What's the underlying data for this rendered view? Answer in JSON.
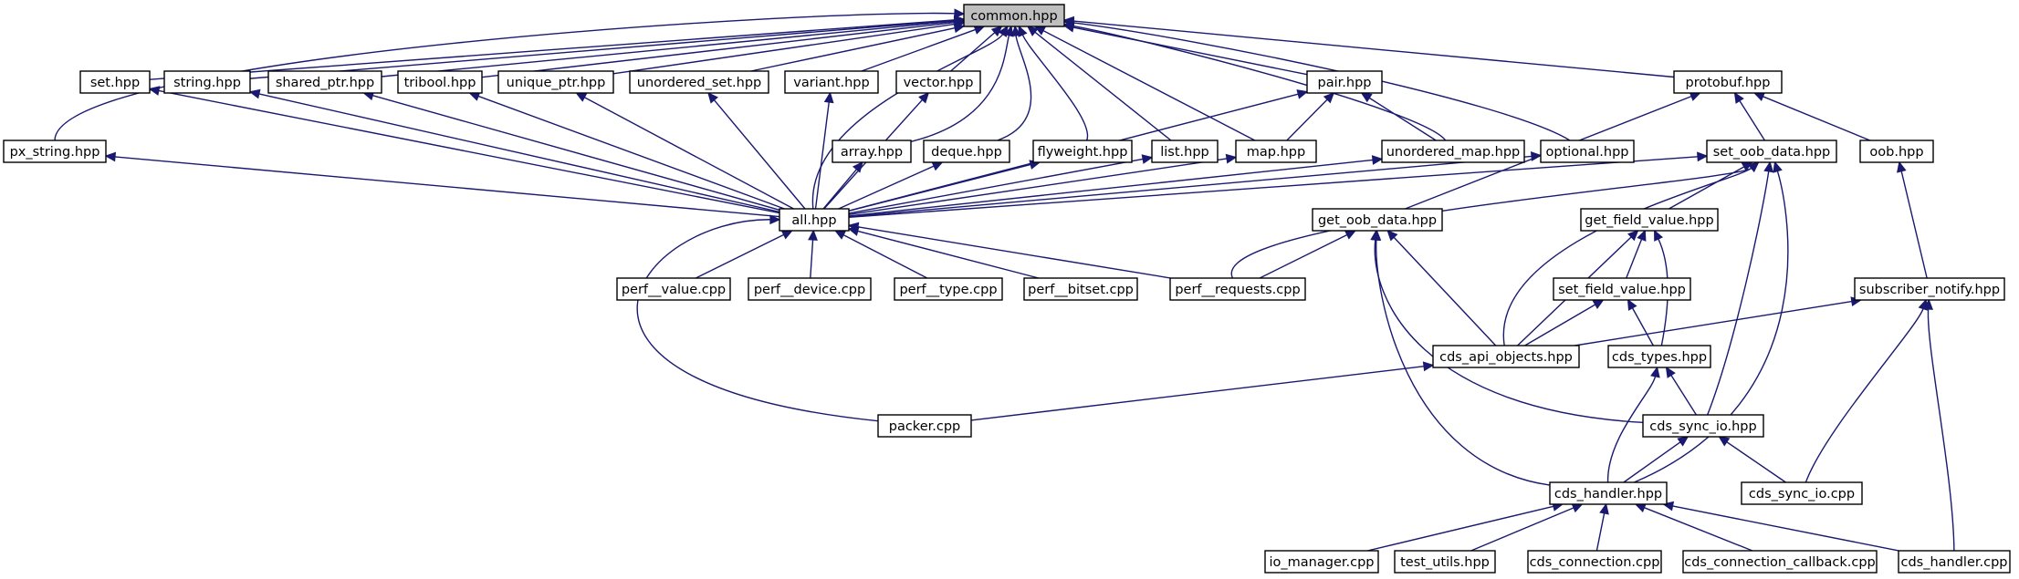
{
  "diagram": {
    "root": "common.hpp",
    "nodes": [
      {
        "id": "common",
        "label": "common.hpp"
      },
      {
        "id": "set",
        "label": "set.hpp"
      },
      {
        "id": "string",
        "label": "string.hpp"
      },
      {
        "id": "shared_ptr",
        "label": "shared_ptr.hpp"
      },
      {
        "id": "tribool",
        "label": "tribool.hpp"
      },
      {
        "id": "unique_ptr",
        "label": "unique_ptr.hpp"
      },
      {
        "id": "unordered_set",
        "label": "unordered_set.hpp"
      },
      {
        "id": "variant",
        "label": "variant.hpp"
      },
      {
        "id": "vector",
        "label": "vector.hpp"
      },
      {
        "id": "pair",
        "label": "pair.hpp"
      },
      {
        "id": "protobuf",
        "label": "protobuf.hpp"
      },
      {
        "id": "px_string",
        "label": "px_string.hpp"
      },
      {
        "id": "array",
        "label": "array.hpp"
      },
      {
        "id": "deque",
        "label": "deque.hpp"
      },
      {
        "id": "flyweight",
        "label": "flyweight.hpp"
      },
      {
        "id": "list",
        "label": "list.hpp"
      },
      {
        "id": "map",
        "label": "map.hpp"
      },
      {
        "id": "unordered_map",
        "label": "unordered_map.hpp"
      },
      {
        "id": "optional",
        "label": "optional.hpp"
      },
      {
        "id": "set_oob_data",
        "label": "set_oob_data.hpp"
      },
      {
        "id": "oob",
        "label": "oob.hpp"
      },
      {
        "id": "all",
        "label": "all.hpp"
      },
      {
        "id": "get_oob_data",
        "label": "get_oob_data.hpp"
      },
      {
        "id": "get_field_value",
        "label": "get_field_value.hpp"
      },
      {
        "id": "perf_value",
        "label": "perf__value.cpp"
      },
      {
        "id": "perf_device",
        "label": "perf__device.cpp"
      },
      {
        "id": "perf_type",
        "label": "perf__type.cpp"
      },
      {
        "id": "perf_bitset",
        "label": "perf__bitset.cpp"
      },
      {
        "id": "perf_requests",
        "label": "perf__requests.cpp"
      },
      {
        "id": "set_field_value",
        "label": "set_field_value.hpp"
      },
      {
        "id": "subscriber_notify",
        "label": "subscriber_notify.hpp"
      },
      {
        "id": "cds_api_objects",
        "label": "cds_api_objects.hpp"
      },
      {
        "id": "cds_types",
        "label": "cds_types.hpp"
      },
      {
        "id": "packer",
        "label": "packer.cpp"
      },
      {
        "id": "cds_sync_io_hpp",
        "label": "cds_sync_io.hpp"
      },
      {
        "id": "cds_handler_hpp",
        "label": "cds_handler.hpp"
      },
      {
        "id": "cds_sync_io_cpp",
        "label": "cds_sync_io.cpp"
      },
      {
        "id": "io_manager",
        "label": "io_manager.cpp"
      },
      {
        "id": "test_utils",
        "label": "test_utils.hpp"
      },
      {
        "id": "cds_connection",
        "label": "cds_connection.cpp"
      },
      {
        "id": "cds_connection_callback",
        "label": "cds_connection_callback.cpp"
      },
      {
        "id": "cds_handler_cpp",
        "label": "cds_handler.cpp"
      }
    ],
    "edges": [
      [
        "px_string",
        "common"
      ],
      [
        "set",
        "common"
      ],
      [
        "string",
        "common"
      ],
      [
        "shared_ptr",
        "common"
      ],
      [
        "tribool",
        "common"
      ],
      [
        "unique_ptr",
        "common"
      ],
      [
        "unordered_set",
        "common"
      ],
      [
        "variant",
        "common"
      ],
      [
        "vector",
        "common"
      ],
      [
        "array",
        "common"
      ],
      [
        "all",
        "common"
      ],
      [
        "deque",
        "common"
      ],
      [
        "flyweight",
        "common"
      ],
      [
        "list",
        "common"
      ],
      [
        "map",
        "common"
      ],
      [
        "pair",
        "common"
      ],
      [
        "unordered_map",
        "common"
      ],
      [
        "optional",
        "common"
      ],
      [
        "protobuf",
        "common"
      ],
      [
        "all",
        "set"
      ],
      [
        "all",
        "string"
      ],
      [
        "all",
        "shared_ptr"
      ],
      [
        "all",
        "tribool"
      ],
      [
        "all",
        "unique_ptr"
      ],
      [
        "all",
        "unordered_set"
      ],
      [
        "all",
        "variant"
      ],
      [
        "all",
        "vector"
      ],
      [
        "all",
        "px_string"
      ],
      [
        "all",
        "array"
      ],
      [
        "all",
        "deque"
      ],
      [
        "all",
        "flyweight"
      ],
      [
        "all",
        "list"
      ],
      [
        "all",
        "map"
      ],
      [
        "all",
        "pair"
      ],
      [
        "all",
        "unordered_map"
      ],
      [
        "all",
        "optional"
      ],
      [
        "map",
        "pair"
      ],
      [
        "unordered_map",
        "pair"
      ],
      [
        "set_oob_data",
        "protobuf"
      ],
      [
        "oob",
        "protobuf"
      ],
      [
        "get_oob_data",
        "protobuf"
      ],
      [
        "all",
        "set_oob_data"
      ],
      [
        "perf_requests",
        "set_oob_data"
      ],
      [
        "get_field_value",
        "set_oob_data"
      ],
      [
        "cds_api_objects",
        "set_oob_data"
      ],
      [
        "cds_sync_io_hpp",
        "set_oob_data"
      ],
      [
        "cds_handler_hpp",
        "set_oob_data"
      ],
      [
        "subscriber_notify",
        "oob"
      ],
      [
        "perf_value",
        "all"
      ],
      [
        "perf_device",
        "all"
      ],
      [
        "perf_type",
        "all"
      ],
      [
        "perf_bitset",
        "all"
      ],
      [
        "perf_requests",
        "all"
      ],
      [
        "packer",
        "all"
      ],
      [
        "perf_requests",
        "get_oob_data"
      ],
      [
        "cds_api_objects",
        "get_oob_data"
      ],
      [
        "cds_sync_io_hpp",
        "get_oob_data"
      ],
      [
        "cds_handler_hpp",
        "get_oob_data"
      ],
      [
        "set_field_value",
        "get_field_value"
      ],
      [
        "cds_api_objects",
        "get_field_value"
      ],
      [
        "cds_types",
        "get_field_value"
      ],
      [
        "cds_api_objects",
        "set_field_value"
      ],
      [
        "cds_types",
        "set_field_value"
      ],
      [
        "cds_api_objects",
        "subscriber_notify"
      ],
      [
        "cds_sync_io_cpp",
        "subscriber_notify"
      ],
      [
        "cds_handler_cpp",
        "subscriber_notify"
      ],
      [
        "packer",
        "cds_api_objects"
      ],
      [
        "cds_sync_io_hpp",
        "cds_types"
      ],
      [
        "cds_handler_hpp",
        "cds_types"
      ],
      [
        "cds_handler_hpp",
        "cds_sync_io_hpp"
      ],
      [
        "cds_sync_io_cpp",
        "cds_sync_io_hpp"
      ],
      [
        "io_manager",
        "cds_handler_hpp"
      ],
      [
        "test_utils",
        "cds_handler_hpp"
      ],
      [
        "cds_connection",
        "cds_handler_hpp"
      ],
      [
        "cds_connection_callback",
        "cds_handler_hpp"
      ],
      [
        "cds_handler_cpp",
        "cds_handler_hpp"
      ]
    ]
  },
  "colors": {
    "edge": "#191970",
    "root_fill": "#bfbfbf",
    "node_fill": "#ffffff",
    "node_stroke": "#000000"
  }
}
